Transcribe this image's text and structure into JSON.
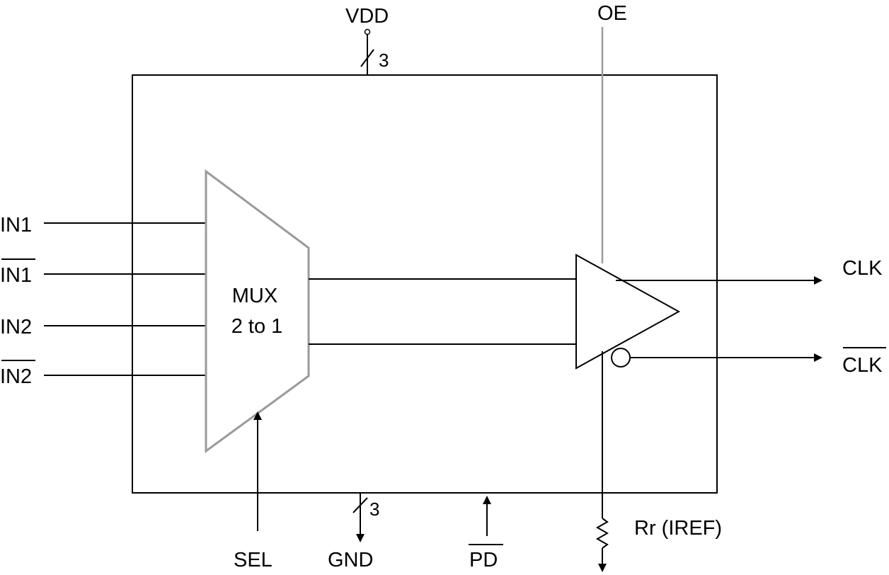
{
  "block": {
    "mux_label_line1": "MUX",
    "mux_label_line2": "2 to 1"
  },
  "pins": {
    "vdd": "VDD",
    "vdd_bus_width": "3",
    "oe": "OE",
    "in1": "IN1",
    "in1_bar": "IN1",
    "in2": "IN2",
    "in2_bar": "IN2",
    "clk": "CLK",
    "clk_bar": "CLK",
    "sel": "SEL",
    "gnd": "GND",
    "gnd_bus_width": "3",
    "pd_bar": "PD",
    "rr": "Rr (IREF)"
  }
}
